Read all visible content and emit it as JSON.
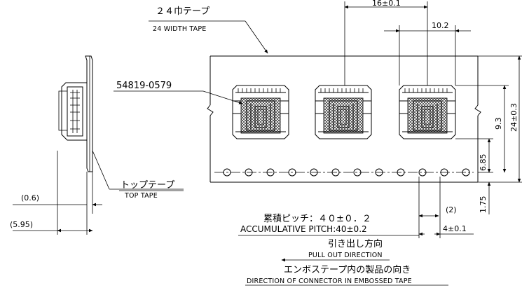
{
  "labels": {
    "tape_jp": "２４巾テープ",
    "tape_en": "24 WIDTH TAPE",
    "part_no": "54819-0579",
    "top_tape_jp": "トップテープ",
    "top_tape_en": "TOP TAPE",
    "acc_pitch_jp": "累積ピッチ：４０±０．２",
    "acc_pitch_en": "ACCUMULATIVE PITCH:40±0.2",
    "pull_jp": "引き出し方向",
    "pull_en": "PULL OUT DIRECTION",
    "direction_jp": "エンボステープ内の製品の向き",
    "direction_en": "DIRECTION OF CONNECTOR IN EMBOSSED TAPE"
  },
  "dimensions": {
    "pitch_16": "16±0.1",
    "width_10_2": "10.2",
    "h_9_3": "9.3",
    "w_24": "24±0.3",
    "h_6_85": "6.85",
    "h_1_75": "1.75",
    "paren_2": "(2)",
    "pitch_4": "4±0.1",
    "paren_0_6": "(0.6)",
    "paren_5_95": "(5.95)"
  }
}
